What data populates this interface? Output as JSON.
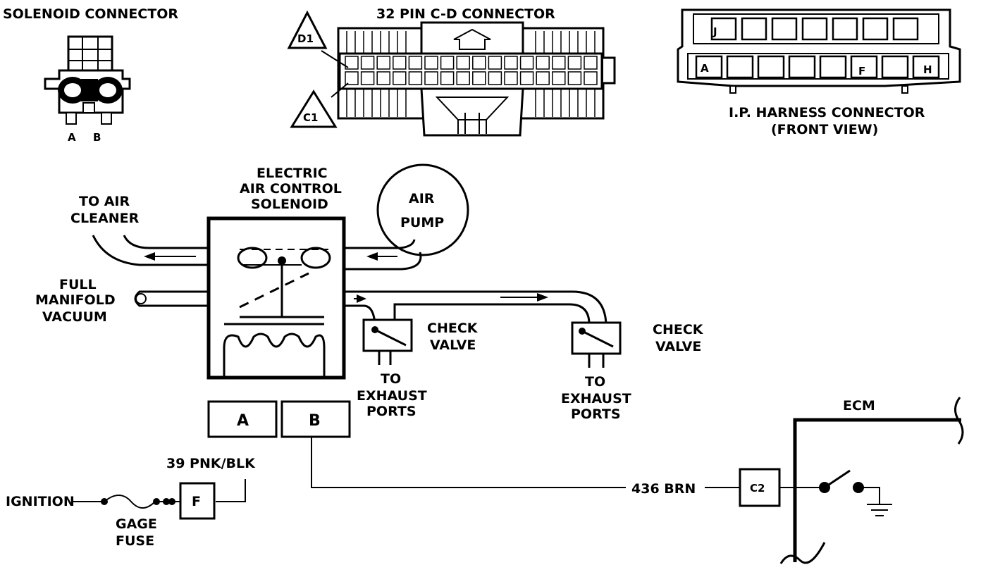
{
  "connectors": {
    "solenoid_title": "SOLENOID CONNECTOR",
    "solenoid_pin_a": "A",
    "solenoid_pin_b": "B",
    "cd_title": "32 PIN C-D CONNECTOR",
    "cd_callout_d1": "D1",
    "cd_callout_c1": "C1",
    "ip_title_line1": "I.P. HARNESS CONNECTOR",
    "ip_title_line2": "(FRONT VIEW)",
    "ip_pin_j": "J",
    "ip_pin_a": "A",
    "ip_pin_f": "F",
    "ip_pin_h": "H"
  },
  "system": {
    "solenoid_line1": "ELECTRIC",
    "solenoid_line2": "AIR CONTROL",
    "solenoid_line3": "SOLENOID",
    "air_pump_line1": "AIR",
    "air_pump_line2": "PUMP",
    "to_air_cleaner_line1": "TO AIR",
    "to_air_cleaner_line2": "CLEANER",
    "vacuum_line1": "FULL",
    "vacuum_line2": "MANIFOLD",
    "vacuum_line3": "VACUUM",
    "check_valve_1_line1": "CHECK",
    "check_valve_1_line2": "VALVE",
    "check_valve_2_line1": "CHECK",
    "check_valve_2_line2": "VALVE",
    "exhaust_1_line1": "TO",
    "exhaust_1_line2": "EXHAUST",
    "exhaust_1_line3": "PORTS",
    "exhaust_2_line1": "TO",
    "exhaust_2_line2": "EXHAUST",
    "exhaust_2_line3": "PORTS",
    "terminal_a": "A",
    "terminal_b": "B"
  },
  "wiring": {
    "wire_39": "39 PNK/BLK",
    "wire_436": "436 BRN",
    "ignition": "IGNITION",
    "fuse_line1": "GAGE",
    "fuse_line2": "FUSE",
    "fuse_block_pin": "F",
    "ecm_pin": "C2",
    "ecm_label": "ECM"
  }
}
